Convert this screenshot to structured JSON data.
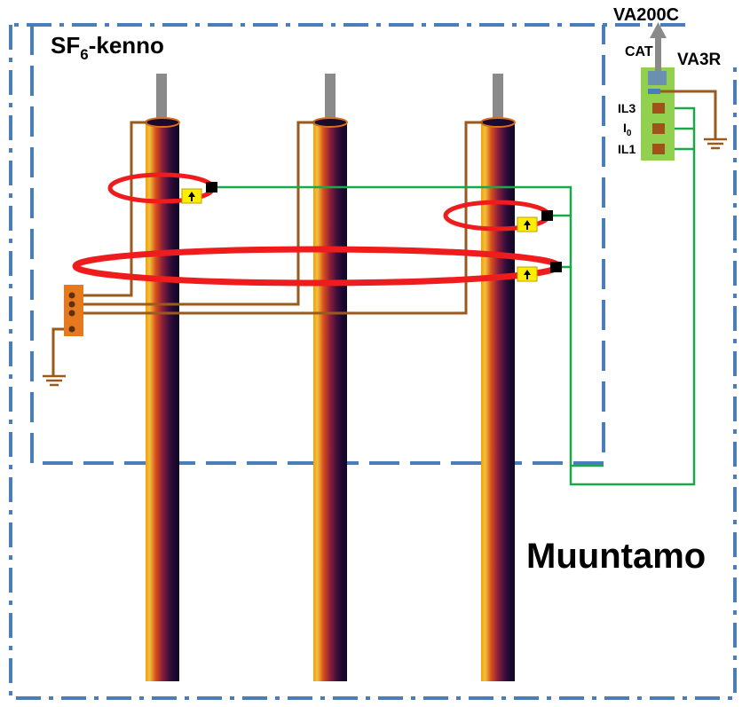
{
  "labels": {
    "cell_prefix": "SF",
    "cell_subscript": "6",
    "cell_suffix": "-kenno",
    "substation": "Muuntamo",
    "meter_top": "VA200C",
    "cat": "CAT",
    "relay": "VA3R",
    "ch_il3": "IL3",
    "ch_i0_main": "I",
    "ch_i0_sub": "0",
    "ch_il1": "IL1"
  },
  "colors": {
    "boundary": "#4a7ebb",
    "ring": "#ee1c1c",
    "earth_wire": "#9a5a1c",
    "signal_wire": "#1aa84a",
    "terminal_block": "#e6791e",
    "relay_body": "#92d050",
    "sensor": "#ffee00",
    "connector": "#000000",
    "bushing": "#8a8a8a"
  },
  "icons": {
    "sensor": "up-arrow-icon",
    "ground": "ground-icon",
    "output": "up-arrow-icon"
  }
}
